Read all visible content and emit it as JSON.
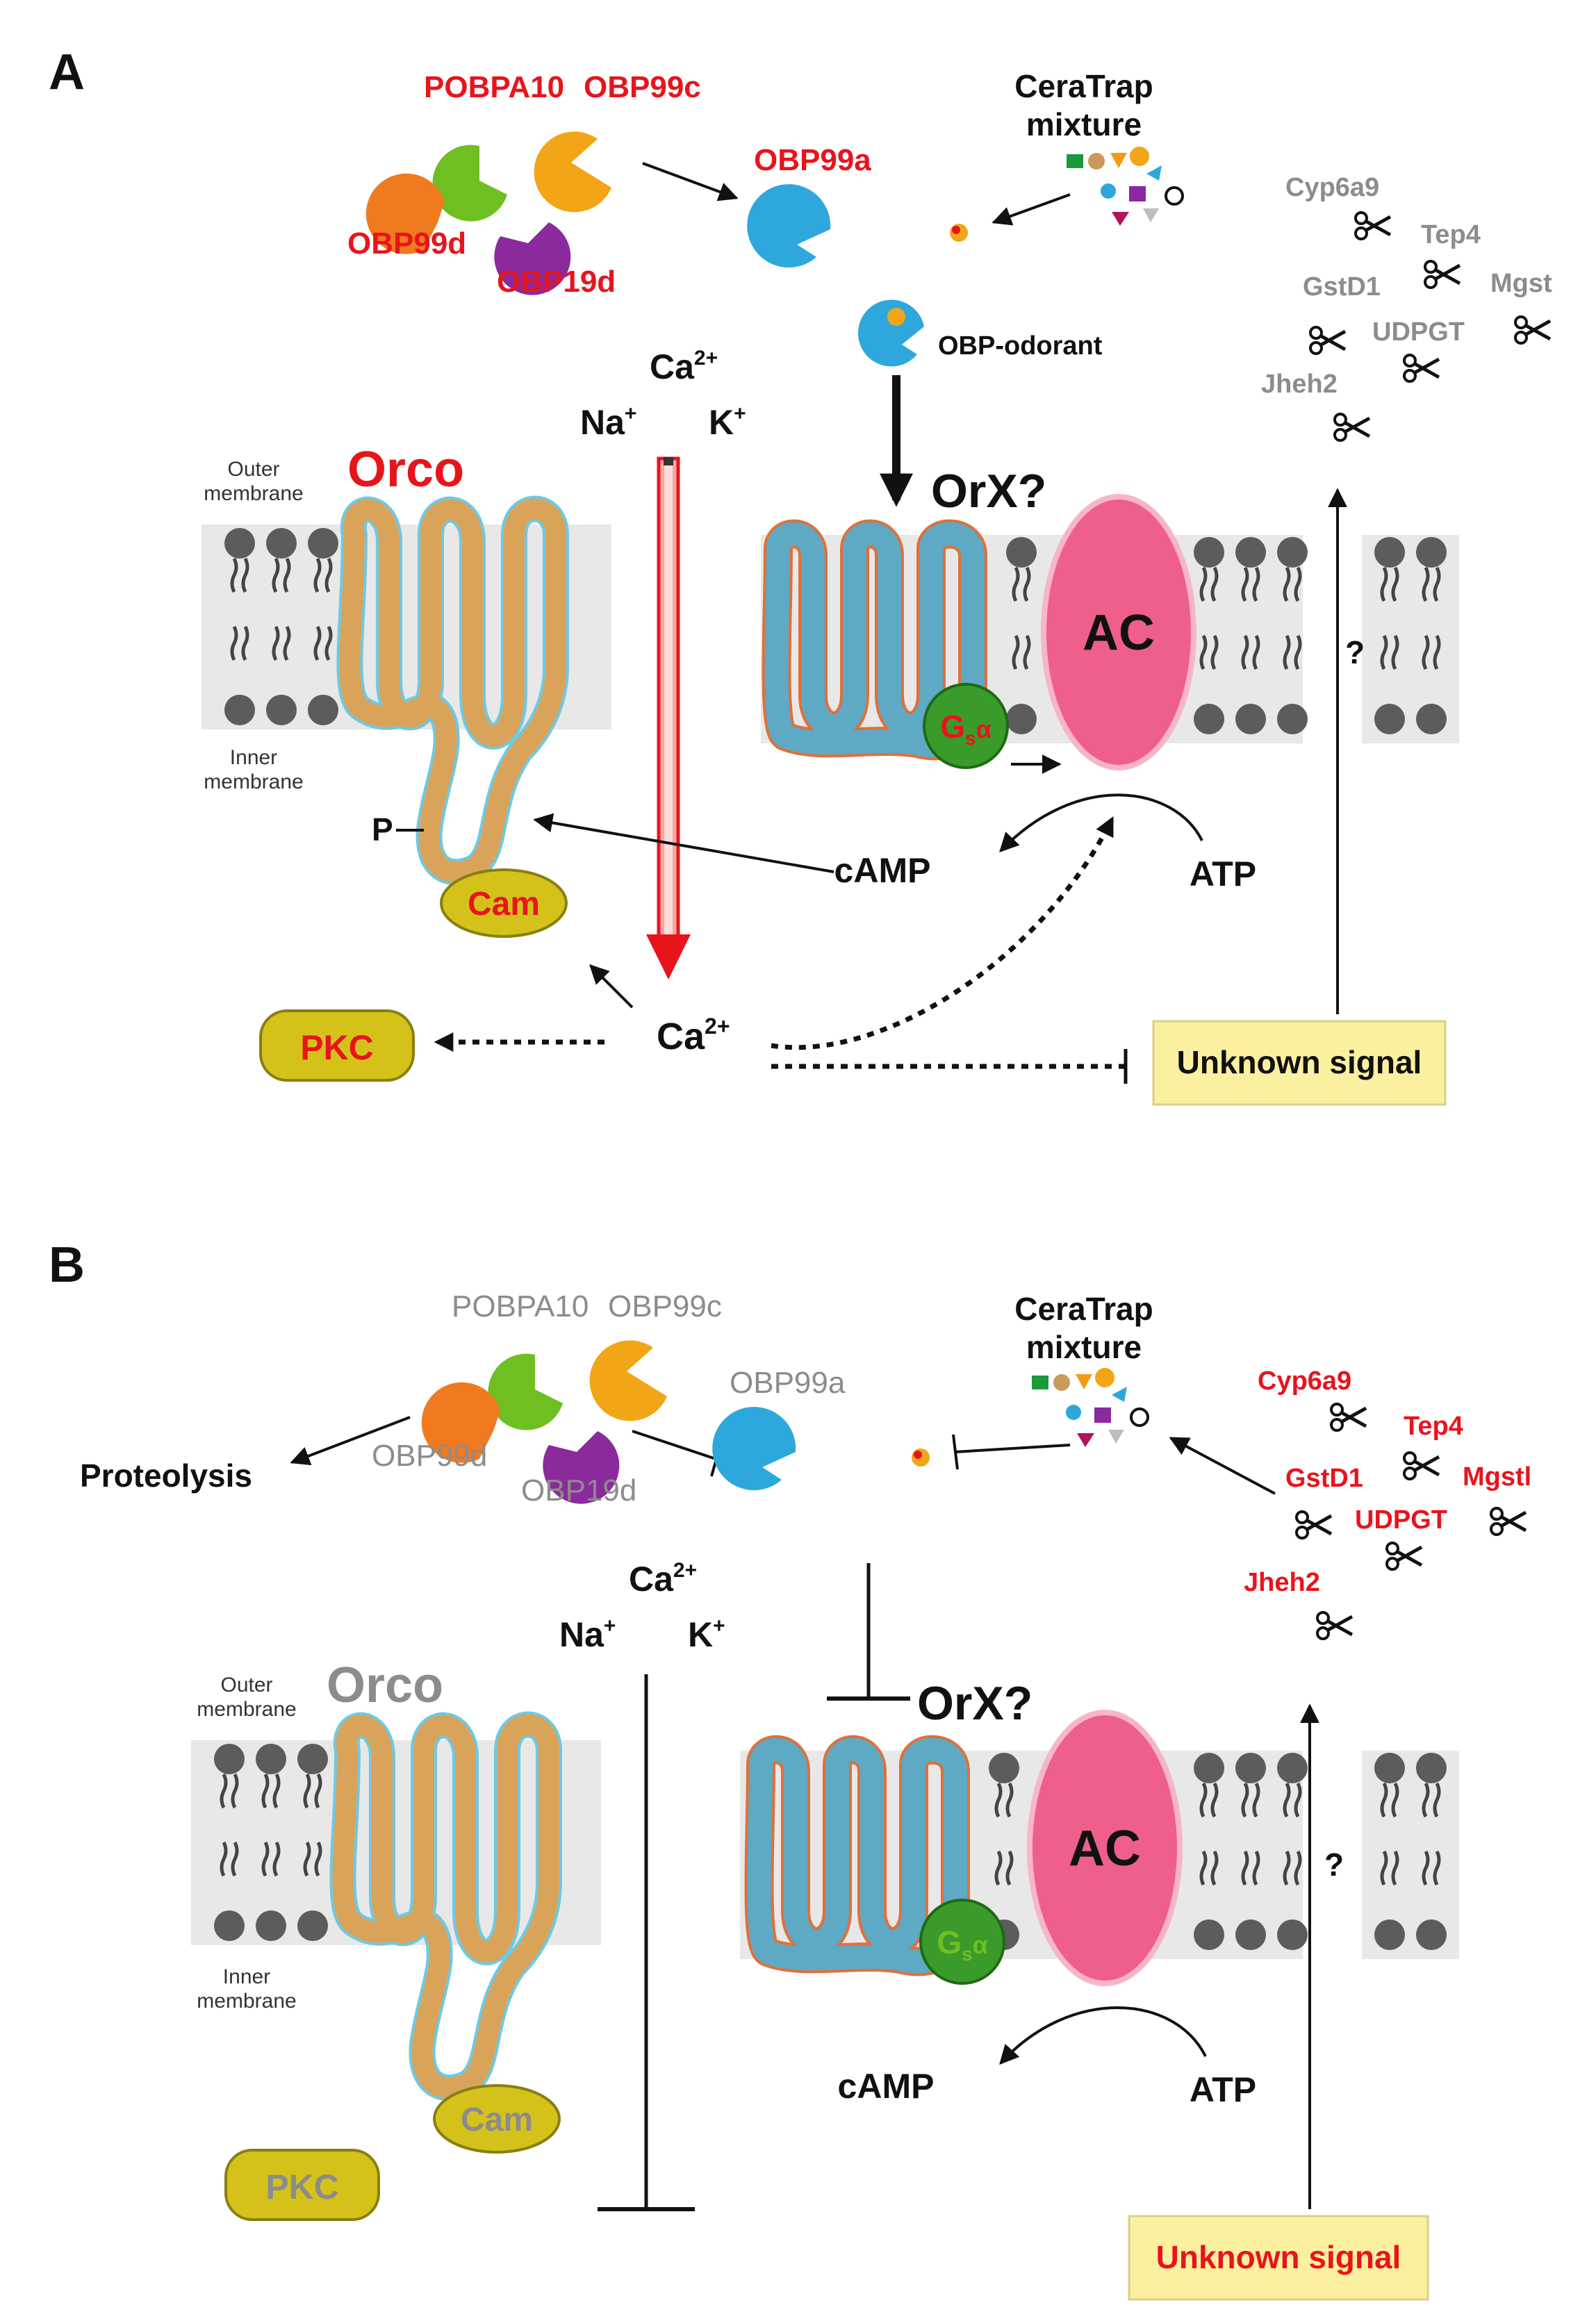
{
  "panelA": {
    "letter": "A",
    "obps": {
      "pobpa10": "POBPA10",
      "obp99c": "OBP99c",
      "obp99d": "OBP99d",
      "obp19d": "OBP19d",
      "obp99a": "OBP99a"
    },
    "ceratrap": {
      "line1": "CeraTrap",
      "line2": "mixture"
    },
    "obp_odorant": "OBP-odorant",
    "ions": {
      "ca": "Ca",
      "na": "Na",
      "k": "K"
    },
    "orco": "Orco",
    "membrane": {
      "outer1": "Outer",
      "outer2": "membrane",
      "inner1": "Inner",
      "inner2": "membrane"
    },
    "orx": "OrX?",
    "ac": "AC",
    "gsa": "G",
    "p": "P",
    "cam": "Cam",
    "camp": "cAMP",
    "atp": "ATP",
    "pkc": "PKC",
    "ca2": "Ca",
    "question": "?",
    "unknown": "Unknown signal",
    "genes": {
      "cyp6a9": "Cyp6a9",
      "tep4": "Tep4",
      "gstd1": "GstD1",
      "mgst": "Mgst",
      "udpgt": "UDPGT",
      "jheh2": "Jheh2"
    }
  },
  "panelB": {
    "letter": "B",
    "obps": {
      "pobpa10": "POBPA10",
      "obp99c": "OBP99c",
      "obp99d": "OBP99d",
      "obp19d": "OBP19d",
      "obp99a": "OBP99a"
    },
    "proteolysis": "Proteolysis",
    "ceratrap": {
      "line1": "CeraTrap",
      "line2": "mixture"
    },
    "ions": {
      "ca": "Ca",
      "na": "Na",
      "k": "K"
    },
    "orco": "Orco",
    "membrane": {
      "outer1": "Outer",
      "outer2": "membrane",
      "inner1": "Inner",
      "inner2": "membrane"
    },
    "orx": "OrX?",
    "ac": "AC",
    "gsa": "G",
    "cam": "Cam",
    "camp": "cAMP",
    "atp": "ATP",
    "pkc": "PKC",
    "question": "?",
    "unknown": "Unknown signal",
    "genes": {
      "cyp6a9": "Cyp6a9",
      "tep4": "Tep4",
      "gstd1": "GstD1",
      "mgstl": "Mgstl",
      "udpgt": "UDPGT",
      "jheh2": "Jheh2"
    }
  },
  "colors": {
    "active": "#e8141c",
    "inactive": "#8c8c8c",
    "ac": "#ef5f8c",
    "orco": "#d9a45a",
    "orx": "#2f8fb3",
    "gsa": "#3a9a2a",
    "cam": "#d4c21a",
    "unknown_box": "#fbf0a0"
  }
}
